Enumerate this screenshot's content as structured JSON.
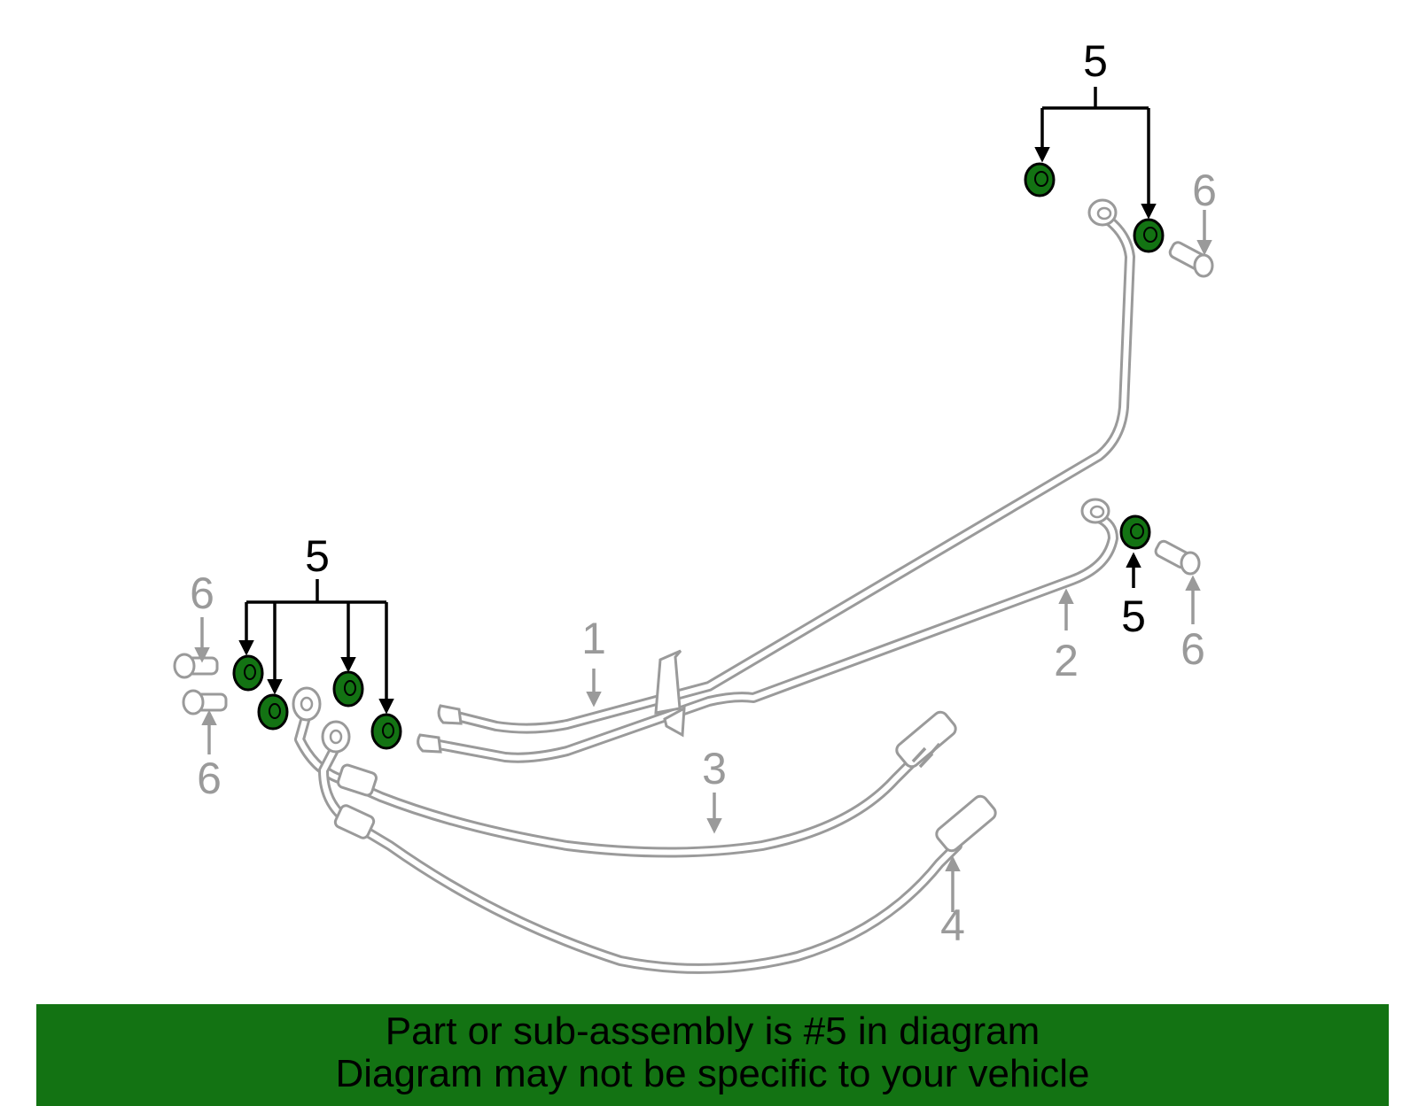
{
  "colors": {
    "highlight": "#137313",
    "part_line": "#9a9a9a",
    "callout_active": "#000000",
    "callout_inactive": "#9a9a9a"
  },
  "callouts": {
    "part_1": "1",
    "part_2": "2",
    "part_3": "3",
    "part_4": "4",
    "part_5": "5",
    "part_6": "6"
  },
  "banner": {
    "line1": "Part or sub-assembly is #5 in diagram",
    "line2": "Diagram may not be specific to your vehicle"
  }
}
